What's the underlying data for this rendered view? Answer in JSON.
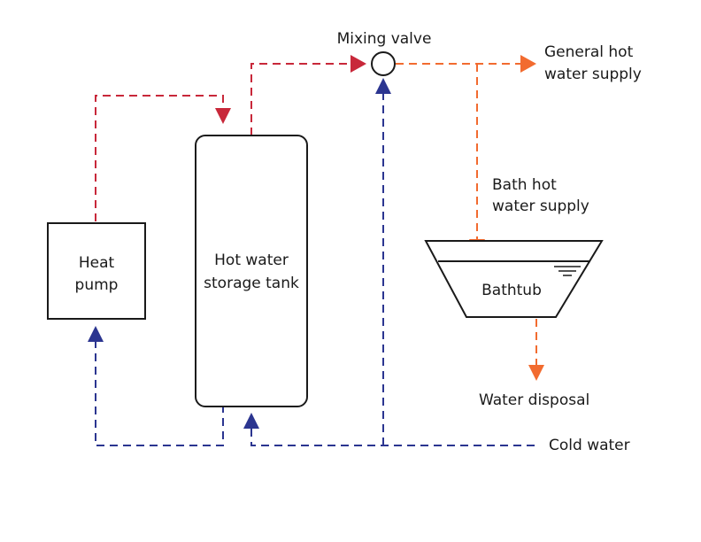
{
  "labels": {
    "mixing_valve": "Mixing valve",
    "general_hot_line1": "General hot",
    "general_hot_line2": "water supply",
    "bath_hot_line1": "Bath hot",
    "bath_hot_line2": "water supply",
    "heat_pump_line1": "Heat",
    "heat_pump_line2": "pump",
    "tank_line1": "Hot water",
    "tank_line2": "storage tank",
    "bathtub": "Bathtub",
    "water_disposal": "Water disposal",
    "cold_water": "Cold water"
  },
  "colors": {
    "hot_flow": "#c8283a",
    "mixed_hot_flow": "#f26b2f",
    "cold_flow": "#2b3590",
    "outline": "#1a1a1a"
  },
  "icons": {
    "valve": "circle-valve-icon",
    "water_level": "water-level-icon",
    "flow_arrow": "triangle-arrow-icon"
  }
}
